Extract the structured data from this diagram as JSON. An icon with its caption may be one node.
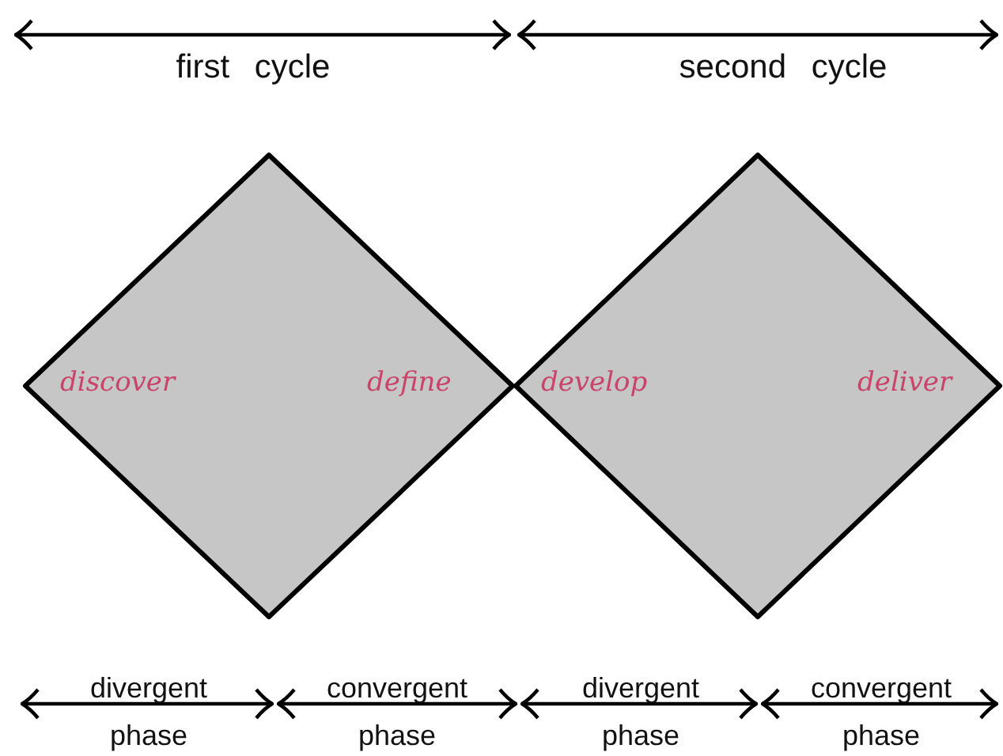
{
  "diagram": {
    "nodes": [
      {
        "text": [
          "discover",
          "define"
        ]
      },
      {
        "text": [
          "develop",
          "deliver"
        ]
      }
    ],
    "edges": [],
    "labels": [
      "first cycle",
      "second cycle",
      "divergent phase",
      "convergent phase",
      "divergent phase",
      "convergent phase"
    ]
  }
}
